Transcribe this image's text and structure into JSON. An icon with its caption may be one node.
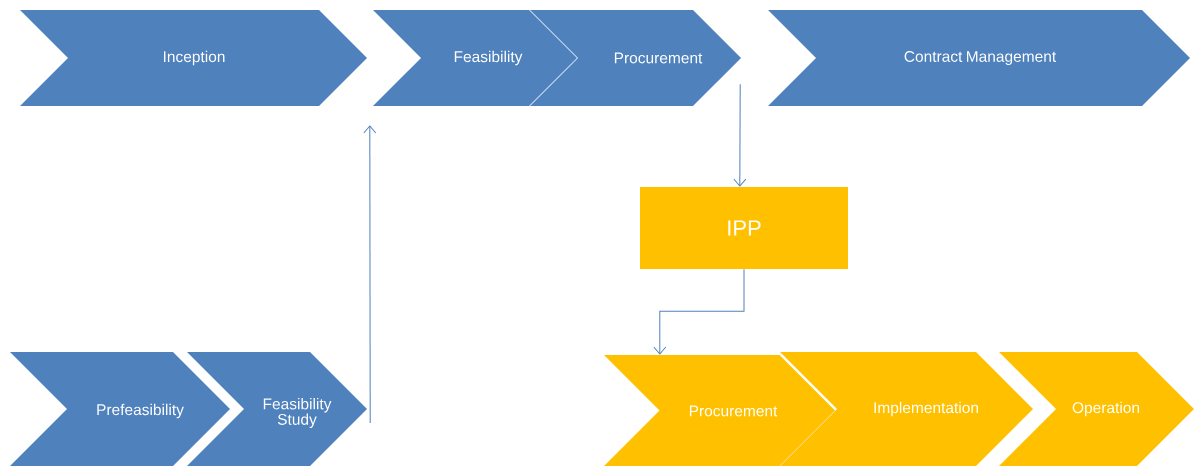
{
  "diagram": {
    "nodes": [
      {
        "text": [
          "Inception"
        ]
      },
      {
        "text": [
          "Feasibility"
        ]
      },
      {
        "text": [
          "Procurement"
        ]
      },
      {
        "text": [
          "Contract Management"
        ]
      },
      {
        "text": [
          "IPP"
        ]
      },
      {
        "text": [
          "Prefeasibility"
        ]
      },
      {
        "text": [
          "Feasibility Study"
        ]
      },
      {
        "text": [
          "Procurement"
        ]
      },
      {
        "text": [
          "Implementation"
        ]
      },
      {
        "text": [
          "Operation"
        ]
      }
    ],
    "edges": [
      {
        "from": 6,
        "to": 1,
        "arrow": "to"
      },
      {
        "from": 2,
        "to": 4,
        "arrow": "to"
      },
      {
        "from": 4,
        "to": 7,
        "arrow": "to"
      }
    ]
  }
}
